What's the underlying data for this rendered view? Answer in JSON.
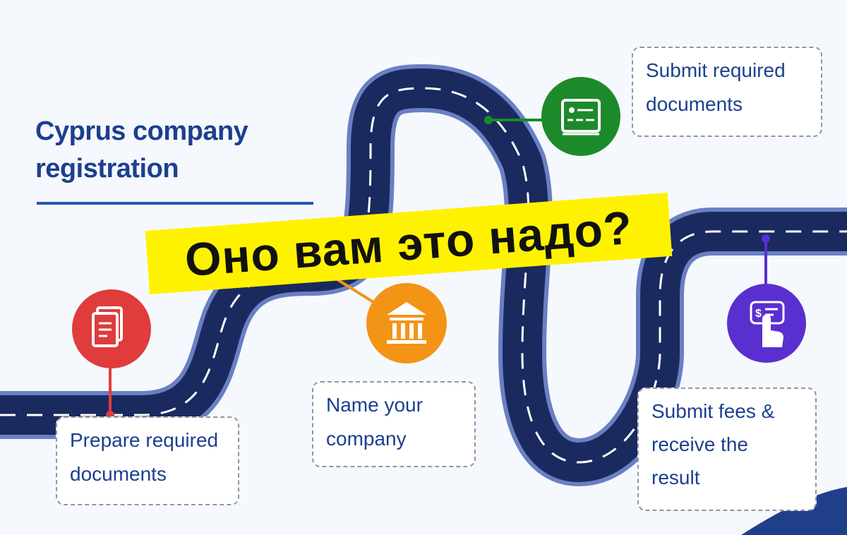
{
  "title": {
    "line1": "Cyprus company",
    "line2": "registration"
  },
  "steps": [
    {
      "label": "Prepare required\ndocuments",
      "icon": "document-icon",
      "color": "#e03c3c"
    },
    {
      "label": "Name your\ncompany",
      "icon": "bank-building-icon",
      "color": "#f39417"
    },
    {
      "label": "Submit required\ndocuments",
      "icon": "id-card-icon",
      "color": "#1c8a2a"
    },
    {
      "label": "Submit fees &\nreceive the\nresult",
      "icon": "payment-hand-icon",
      "color": "#5a2fd0"
    }
  ],
  "banner": {
    "text": "Оно вам это надо?"
  },
  "colors": {
    "road": "#1a2a5e",
    "text": "#1c3f8f",
    "banner": "#fff200"
  }
}
